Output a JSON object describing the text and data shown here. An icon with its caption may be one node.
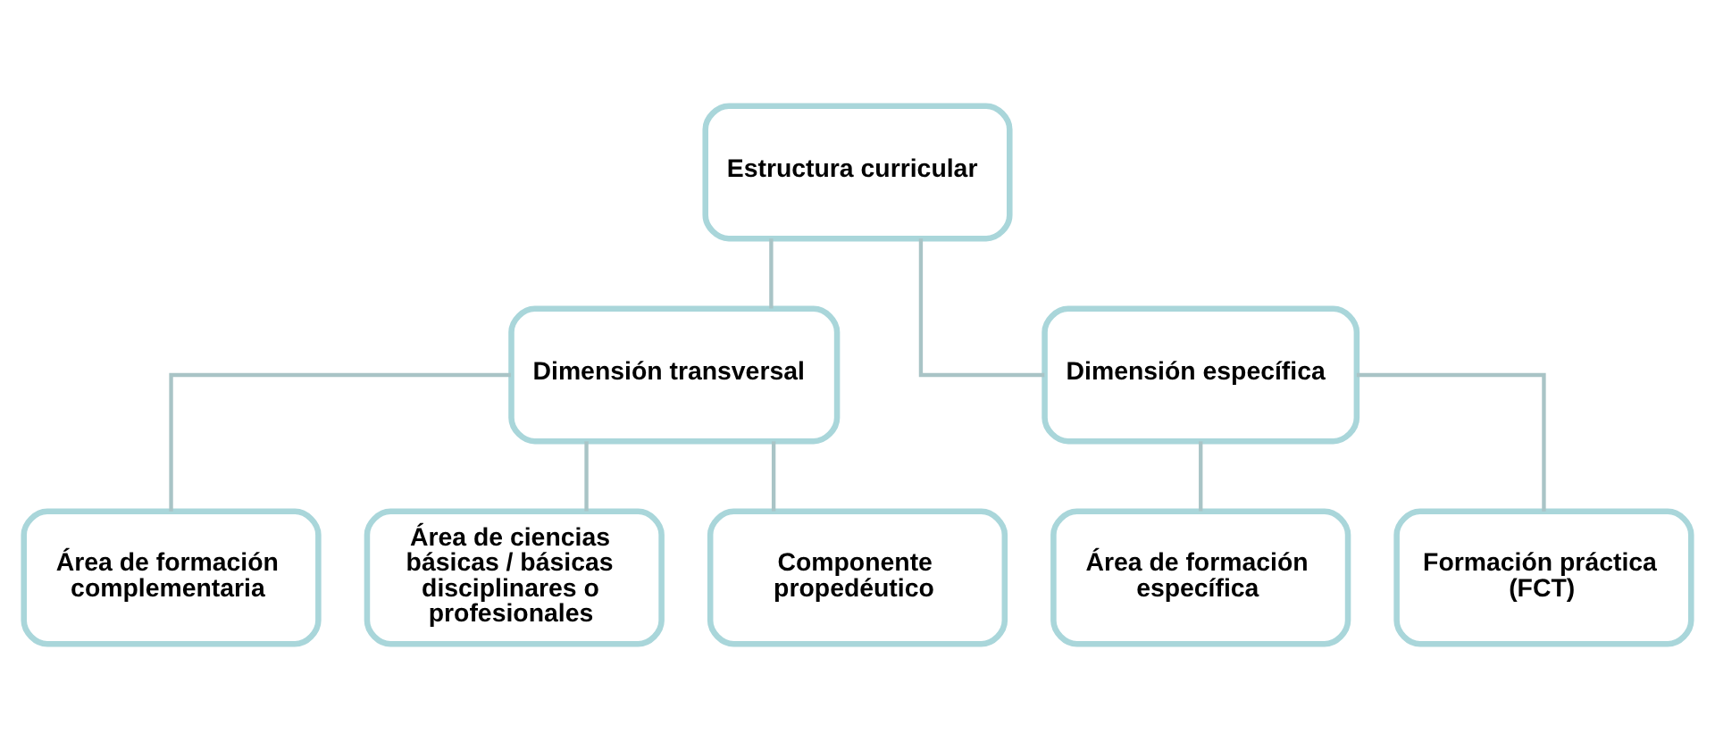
{
  "diagram": {
    "nodes": [
      {
        "text": [
          "Estructura curricular"
        ]
      },
      {
        "text": [
          "Dimensión transversal"
        ]
      },
      {
        "text": [
          "Dimensión específica"
        ]
      },
      {
        "text": [
          "Área de formación complementaria"
        ]
      },
      {
        "text": [
          "Área de ciencias básicas / básicas disciplinares o profesionales"
        ]
      },
      {
        "text": [
          "Componente propedéutico"
        ]
      },
      {
        "text": [
          "Área de formación específica"
        ]
      },
      {
        "text": [
          "Formación práctica (FCT)"
        ]
      }
    ],
    "edges": [
      {
        "from": 0,
        "to": 1,
        "arrow": "none"
      },
      {
        "from": 0,
        "to": 2,
        "arrow": "none"
      },
      {
        "from": 1,
        "to": 3,
        "arrow": "none"
      },
      {
        "from": 1,
        "to": 4,
        "arrow": "none"
      },
      {
        "from": 1,
        "to": 5,
        "arrow": "none"
      },
      {
        "from": 2,
        "to": 6,
        "arrow": "none"
      },
      {
        "from": 2,
        "to": 7,
        "arrow": "none"
      }
    ]
  }
}
